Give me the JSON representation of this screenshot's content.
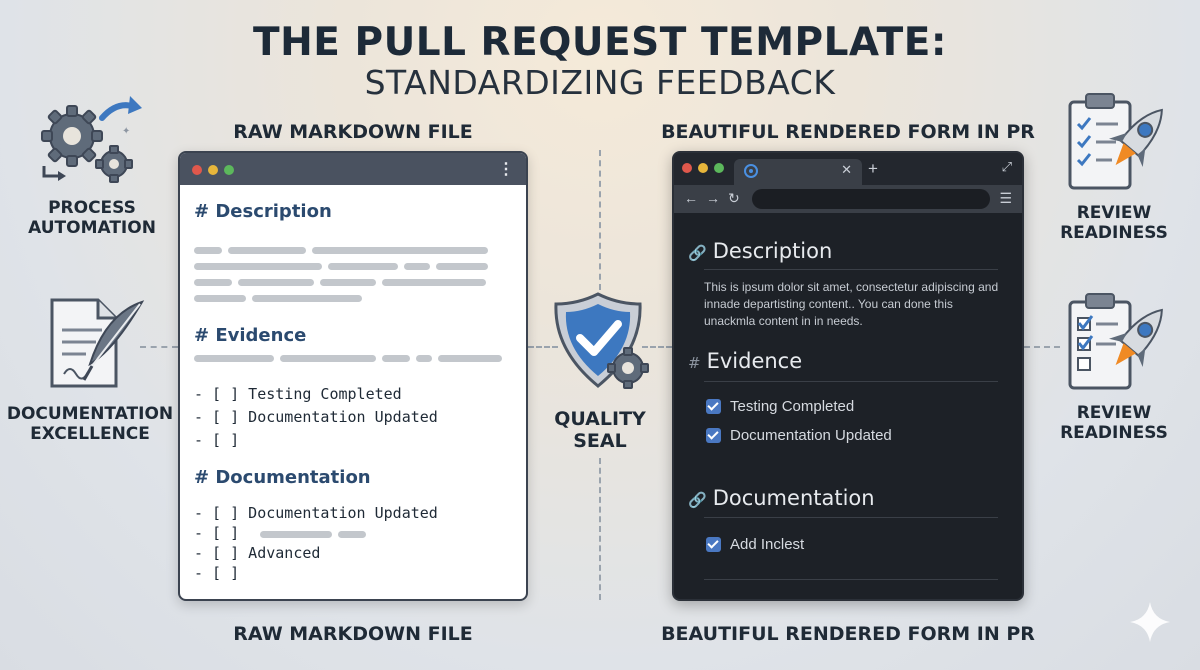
{
  "title": "THE PULL REQUEST TEMPLATE:",
  "subtitle": "STANDARDIZING FEEDBACK",
  "raw_caption_top": "RAW MARKDOWN FILE",
  "raw_caption_bottom": "RAW MARKDOWN FILE",
  "rendered_caption_top": "BEAUTIFUL RENDERED FORM IN PR",
  "rendered_caption_bottom": "BEAUTIFUL RENDERED FORM IN PR",
  "left_features": [
    {
      "line1": "PROCESS",
      "line2": "AUTOMATION",
      "icon": "gears-icon"
    },
    {
      "line1": "DOCUMENTATION",
      "line2": "EXCELLENCE",
      "icon": "document-quill-icon"
    }
  ],
  "right_features": [
    {
      "line1": "REVIEW",
      "line2": "READINESS",
      "icon": "clipboard-rocket-icon"
    },
    {
      "line1": "REVIEW",
      "line2": "READINESS",
      "icon": "clipboard-rocket-icon"
    }
  ],
  "center_seal": {
    "line1": "QUALITY",
    "line2": "SEAL",
    "icon": "shield-check-gear-icon"
  },
  "raw_file": {
    "heading_description": "# Description",
    "heading_evidence": "# Evidence",
    "evidence_items": [
      "- [ ] Testing Completed",
      "- [ ] Documentation Updated",
      "- [ ]"
    ],
    "heading_documentation": "# Documentation",
    "documentation_items": [
      "- [ ] Documentation Updated",
      "- [ ]",
      "- [ ] Advanced",
      "- [ ]"
    ]
  },
  "rendered_form": {
    "heading_description": "Description",
    "description_text": "This is ipsum dolor sit amet, consectetur adipiscing and innade departisting content.. You can done this unackmla content in in needs.",
    "heading_evidence": "Evidence",
    "evidence_items": [
      "Testing Completed",
      "Documentation Updated"
    ],
    "heading_documentation": "Documentation",
    "documentation_items": [
      "Add Inclest"
    ]
  },
  "colors": {
    "heading_blue": "#2b4a6f",
    "checkbox_blue": "#4a78c2",
    "dark_window": "#1d2127",
    "light_window": "#ffffff"
  }
}
